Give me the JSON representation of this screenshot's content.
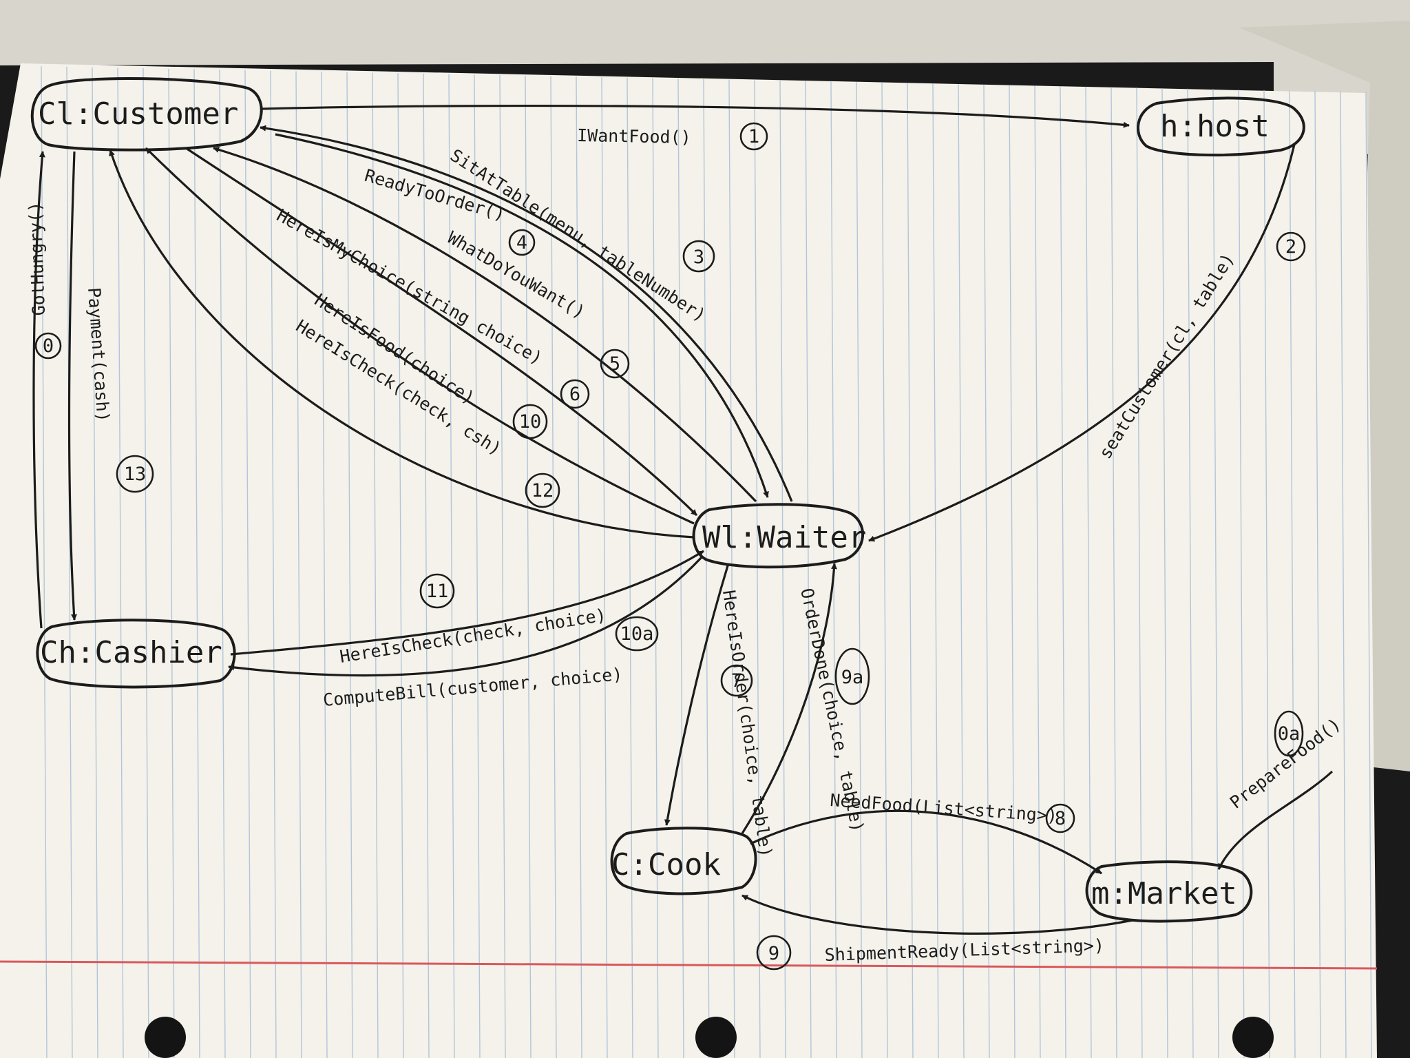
{
  "nodes": [
    {
      "id": "customer",
      "label": "Cl:Customer"
    },
    {
      "id": "host",
      "label": "h:host"
    },
    {
      "id": "waiter",
      "label": "Wl:Waiter"
    },
    {
      "id": "cashier",
      "label": "Ch:Cashier"
    },
    {
      "id": "cook",
      "label": "C:Cook"
    },
    {
      "id": "market",
      "label": "m:Market"
    }
  ],
  "edges": [
    {
      "from": "customer",
      "to": "host",
      "label": "IWantFood()",
      "step": "1"
    },
    {
      "from": "host",
      "to": "waiter",
      "label": "seatCustomer(cl, table)",
      "step": "2"
    },
    {
      "from": "waiter",
      "to": "customer",
      "label": "SitAtTable(menu, tableNumber)",
      "step": "3"
    },
    {
      "from": "customer",
      "to": "waiter",
      "label": "ReadyToOrder()",
      "step": "4"
    },
    {
      "from": "waiter",
      "to": "customer",
      "label": "WhatDoYouWant()",
      "step": "5"
    },
    {
      "from": "customer",
      "to": "waiter",
      "label": "HereIsMyChoice(string choice)",
      "step": "6"
    },
    {
      "from": "waiter",
      "to": "cook",
      "label": "HereIsOrder(choice, table)",
      "step": "7"
    },
    {
      "from": "cook",
      "to": "market",
      "label": "NeedFood(List<string>)",
      "step": "8"
    },
    {
      "from": "market",
      "to": "cook",
      "label": "ShipmentReady(List<string>)",
      "step": "9"
    },
    {
      "from": "cook",
      "to": "waiter",
      "label": "OrderDone(choice, table)",
      "step": "9a"
    },
    {
      "from": "waiter",
      "to": "customer",
      "label": "HereIsFood(choice)",
      "step": "10"
    },
    {
      "from": "waiter",
      "to": "cashier",
      "label": "ComputeBill(customer, choice)",
      "step": "10a"
    },
    {
      "from": "cashier",
      "to": "waiter",
      "label": "HereIsCheck(check, choice)",
      "step": "11"
    },
    {
      "from": "waiter",
      "to": "customer",
      "label": "HereIsCheck(check, csh)",
      "step": "12"
    },
    {
      "from": "customer",
      "to": "cashier",
      "label": "Payment(cash)",
      "step": "13"
    },
    {
      "from": "cashier",
      "to": "customer",
      "label": "GotHungry()",
      "step": "0"
    },
    {
      "from": "market",
      "to": "market",
      "label": "PrepareFood()",
      "step": "0a"
    }
  ],
  "colors": {
    "paper": "#f4f2ea",
    "rule": "#9db7d6",
    "margin": "#d9585c",
    "ink": "#1c1c1c"
  }
}
